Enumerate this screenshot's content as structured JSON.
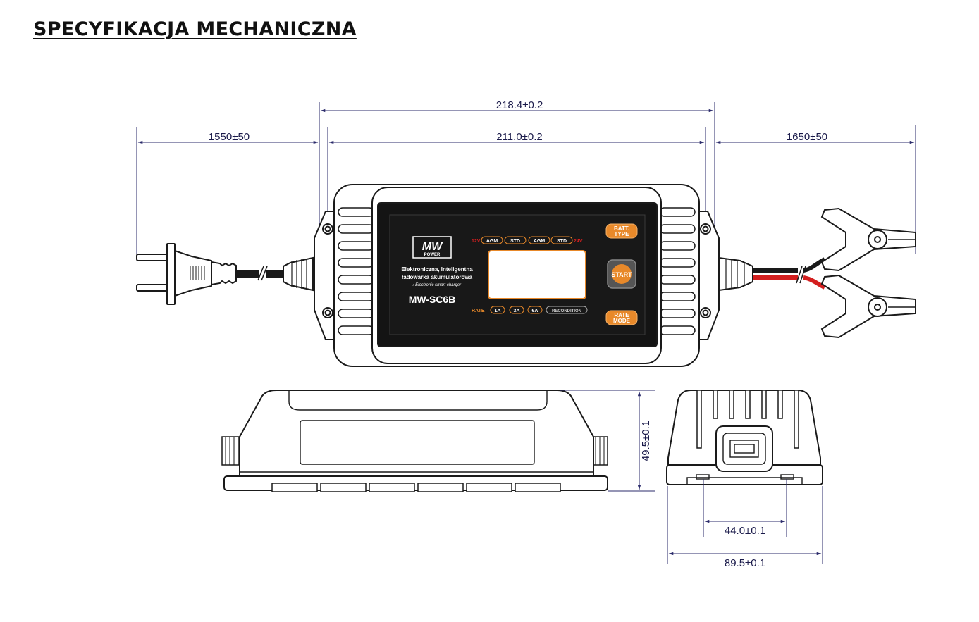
{
  "page_title": "SPECYFIKACJA MECHANICZNA",
  "dimensions": {
    "overall_width": "218.4±0.2",
    "body_width": "211.0±0.2",
    "ac_cable_length": "1550±50",
    "dc_cable_length": "1650±50",
    "height": "49.5±0.1",
    "mount_spacing": "44.0±0.1",
    "depth": "89.5±0.1"
  },
  "panel": {
    "logo_text": "MW",
    "logo_sub": "POWER",
    "desc_line1": "Elektroniczna, Inteligentna",
    "desc_line2": "ładowarka akumulatorowa",
    "desc_line3": "/ Electronic smart charger",
    "model": "MW-SC6B",
    "v12": "12V",
    "agm1": "AGM",
    "std1": "STD",
    "agm2": "AGM",
    "std2": "STD",
    "v24": "24V",
    "rate_label": "RATE",
    "rate_1a": "1A",
    "rate_3a": "3A",
    "rate_6a": "6A",
    "recondition": "RECONDITION",
    "btn_batt_line1": "BATT.",
    "btn_batt_line2": "TYPE",
    "btn_start": "START",
    "btn_rate_line1": "RATE",
    "btn_rate_line2": "MODE"
  },
  "colors": {
    "accent": "#e8892a",
    "panel_bg": "#141414",
    "cable_red": "#d41f1f",
    "dim_line": "#2b2b6b"
  }
}
